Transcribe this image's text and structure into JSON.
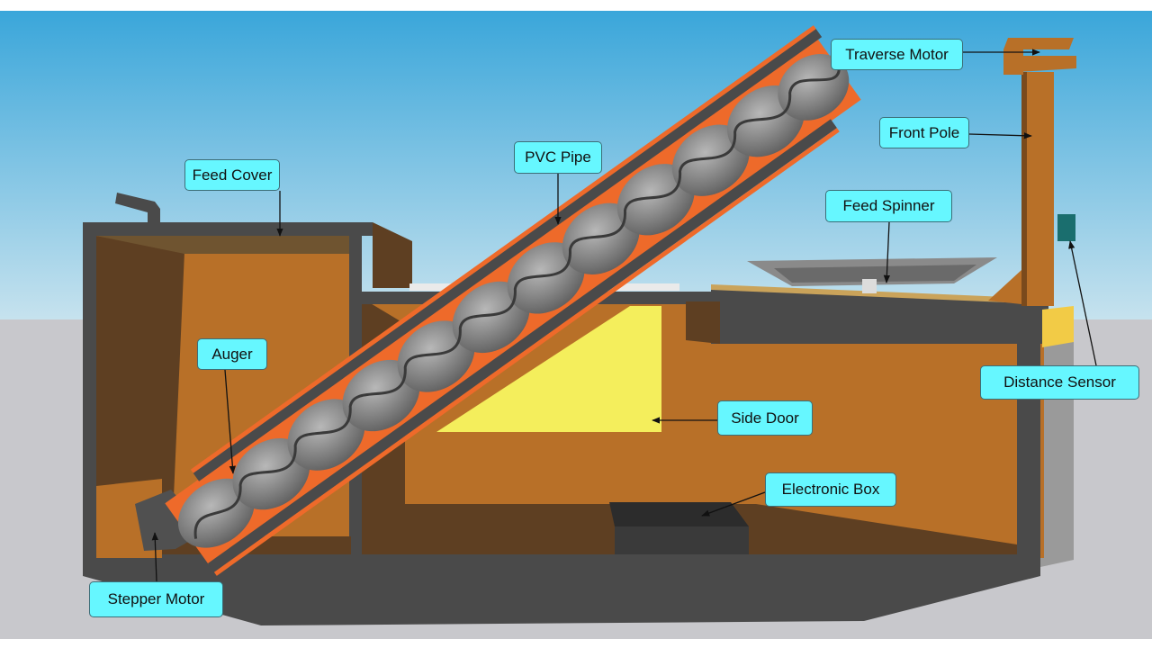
{
  "labels": {
    "traverse_motor": "Traverse Motor",
    "front_pole": "Front Pole",
    "feed_spinner": "Feed Spinner",
    "distance_sensor": "Distance Sensor",
    "feed_cover": "Feed Cover",
    "pvc_pipe": "PVC Pipe",
    "auger": "Auger",
    "side_door": "Side Door",
    "electronic_box": "Electronic Box",
    "stepper_motor": "Stepper Motor"
  },
  "colors": {
    "sky_top": "#3aa6da",
    "sky_bottom": "#c6e2ee",
    "ground": "#c8c8cc",
    "frame": "#4a4a4a",
    "wood": "#b87028",
    "wood_dark": "#5e3f22",
    "pipe": "#ee6a2a",
    "auger": "#8a8a8a",
    "side_door": "#f4ee5c",
    "callout": "#66f7ff"
  }
}
